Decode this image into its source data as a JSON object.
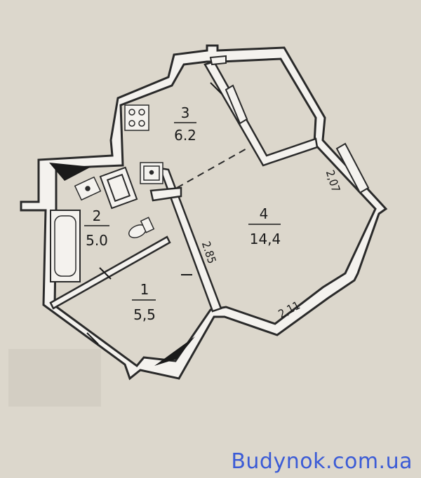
{
  "rooms": [
    {
      "id": "1",
      "area": "5,5"
    },
    {
      "id": "2",
      "area": "5.0"
    },
    {
      "id": "3",
      "area": "6.2"
    },
    {
      "id": "4",
      "area": "14,4"
    }
  ],
  "dimensions": {
    "d_285": "2.85",
    "d_207": "2,07",
    "d_211": "2,11"
  },
  "watermark": "Budynok.com.ua",
  "colors": {
    "background": "#dcd7cc",
    "wall": "#f4f2ee",
    "wall_outline": "#2a2a2a",
    "watermark": "#3b5bd6"
  }
}
